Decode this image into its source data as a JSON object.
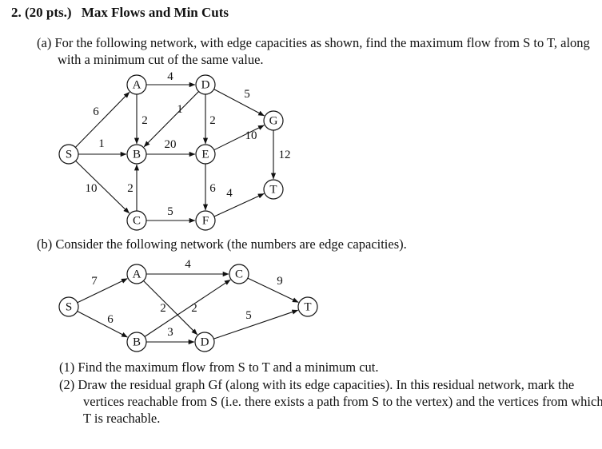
{
  "problem": {
    "number": "2.",
    "points": "(20 pts.)",
    "heading": "Max Flows and Min Cuts"
  },
  "part_a": {
    "line1": "(a) For the following network, with edge capacities as shown, find the maximum flow from S to T, along",
    "line2": "with a minimum cut of the same value."
  },
  "part_b": {
    "text": "(b) Consider the following network (the numbers are edge capacities)."
  },
  "questions": {
    "q1": "(1) Find the maximum flow from S to T and a minimum cut.",
    "q2_line1": "(2) Draw the residual graph Gf (along with its edge capacities). In this residual network, mark the",
    "q2_line2": "vertices reachable from S (i.e. there exists a path from S to the vertex) and the vertices from which",
    "q2_line3": "T is reachable."
  },
  "graph_a": {
    "nodes": [
      "S",
      "A",
      "B",
      "C",
      "D",
      "E",
      "F",
      "G",
      "T"
    ],
    "edges": [
      {
        "from": "S",
        "to": "A",
        "capacity": "6"
      },
      {
        "from": "S",
        "to": "B",
        "capacity": "1"
      },
      {
        "from": "S",
        "to": "C",
        "capacity": "10"
      },
      {
        "from": "A",
        "to": "B",
        "capacity": "2"
      },
      {
        "from": "A",
        "to": "D",
        "capacity": "4"
      },
      {
        "from": "C",
        "to": "B",
        "capacity": "2"
      },
      {
        "from": "B",
        "to": "E",
        "capacity": "20"
      },
      {
        "from": "D",
        "to": "B",
        "capacity": "1"
      },
      {
        "from": "D",
        "to": "E",
        "capacity": "2"
      },
      {
        "from": "D",
        "to": "G",
        "capacity": "5"
      },
      {
        "from": "C",
        "to": "F",
        "capacity": "5"
      },
      {
        "from": "E",
        "to": "F",
        "capacity": "6"
      },
      {
        "from": "E",
        "to": "G",
        "capacity": "10"
      },
      {
        "from": "G",
        "to": "T",
        "capacity": "12"
      },
      {
        "from": "F",
        "to": "T",
        "capacity": "4"
      }
    ]
  },
  "graph_b": {
    "nodes": [
      "S",
      "A",
      "B",
      "C",
      "D",
      "T"
    ],
    "edges": [
      {
        "from": "S",
        "to": "A",
        "capacity": "7"
      },
      {
        "from": "S",
        "to": "B",
        "capacity": "6"
      },
      {
        "from": "A",
        "to": "C",
        "capacity": "4"
      },
      {
        "from": "A",
        "to": "D",
        "capacity": "2"
      },
      {
        "from": "B",
        "to": "C",
        "capacity": "2"
      },
      {
        "from": "B",
        "to": "D",
        "capacity": "3"
      },
      {
        "from": "C",
        "to": "T",
        "capacity": "9"
      },
      {
        "from": "D",
        "to": "T",
        "capacity": "5"
      }
    ]
  }
}
